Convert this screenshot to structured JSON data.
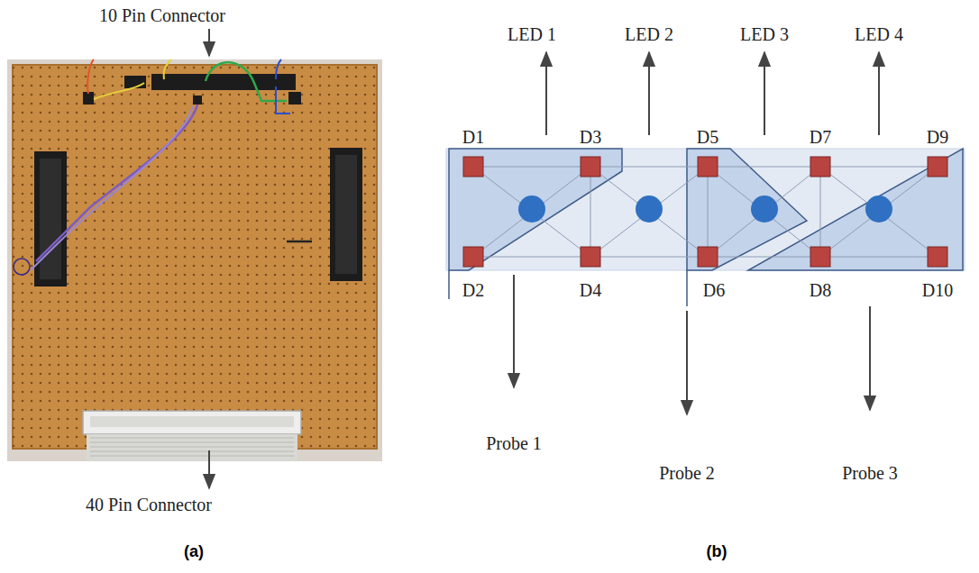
{
  "diagram": {
    "labels": [
      "10 Pin Connector",
      "40 Pin Connector",
      "LED 1",
      "LED 2",
      "LED 3",
      "LED 4",
      "D1",
      "D3",
      "D5",
      "D7",
      "D9",
      "D2",
      "D4",
      "D6",
      "D8",
      "D10",
      "Probe 1",
      "Probe 2",
      "Probe 3",
      "(a)",
      "(b)"
    ]
  }
}
